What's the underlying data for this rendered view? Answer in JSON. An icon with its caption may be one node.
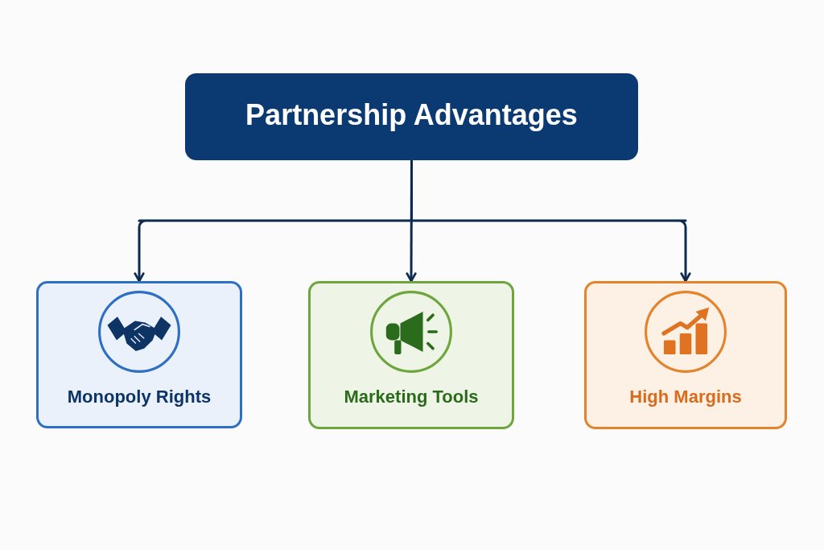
{
  "diagram": {
    "nodes": [
      {
        "text": [
          "Partnership Advantages"
        ]
      },
      {
        "text": [
          "Monopoly Rights"
        ]
      },
      {
        "text": [
          "Marketing Tools"
        ]
      },
      {
        "text": [
          "High Margins"
        ]
      }
    ],
    "edges": [
      {
        "from": 0,
        "to": 1,
        "arrow": "to"
      },
      {
        "from": 0,
        "to": 2,
        "arrow": "to"
      },
      {
        "from": 0,
        "to": 3,
        "arrow": "to"
      }
    ]
  }
}
